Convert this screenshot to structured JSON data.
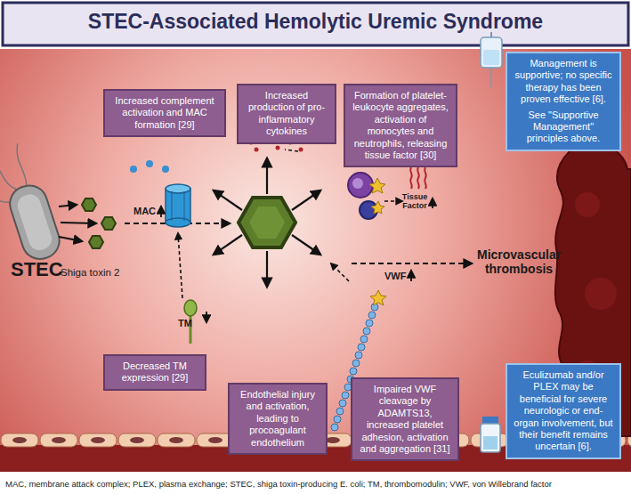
{
  "diagram": {
    "title": "STEC-Associated Hemolytic Uremic Syndrome",
    "caption": "MAC, membrane attack complex; PLEX, plasma exchange; STEC, shiga toxin-producing E. coli; TM, thrombomodulin; VWF, von Willebrand factor",
    "nodes": [
      {
        "text": [
          "Increased complement activation and MAC formation [29]"
        ]
      },
      {
        "text": [
          "Increased production of pro-inflammatory cytokines"
        ]
      },
      {
        "text": [
          "Formation of platelet-leukocyte aggregates, activation of monocytes and neutrophils, releasing tissue factor [30]"
        ]
      },
      {
        "text": [
          "Management is supportive; no specific therapy has been proven effective [6].",
          "See \"Supportive Management\" principles above."
        ]
      },
      {
        "text": [
          "Decreased TM expression [29]"
        ]
      },
      {
        "text": [
          "Endothelial injury and activation, leading to procoagulant endothelium"
        ]
      },
      {
        "text": [
          "Impaired VWF cleavage by ADAMTS13, increased platelet adhesion, activation and aggregation [31]"
        ]
      },
      {
        "text": [
          "Eculizumab and/or PLEX may be beneficial for severe neurologic or end-organ involvement, but their benefit remains uncertain [6]."
        ]
      }
    ],
    "labels": [
      "STEC",
      "Shiga toxin 2",
      "MAC",
      "TM",
      "VWF",
      "Tissue Factor",
      "Microvascular thrombosis"
    ]
  }
}
